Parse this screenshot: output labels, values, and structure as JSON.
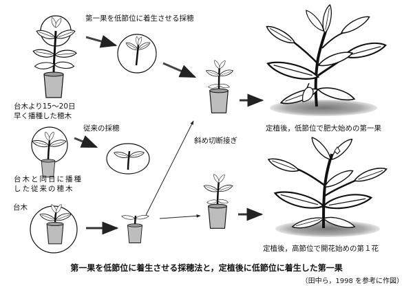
{
  "labels": {
    "top_title": "第一果を低節位に着生させる採穂",
    "early_scion": [
      "台木より15～20日",
      "早く播種した穂木"
    ],
    "conventional_title": "従来の採穂",
    "conventional_scion": [
      "台木と同日に播種",
      "した従来の穂木"
    ],
    "rootstock": "台木",
    "graft_method": "斜め切断接ぎ",
    "result_top": "定植後，低節位で肥大始めの第一果",
    "result_bottom": "定植後，高節位で開花始めの第１花"
  },
  "caption": "第一果を低節位に着生させる採穂法と，定植後に低節位に着生した第一果",
  "source": "（田中ら，1998 を参考に作図）"
}
